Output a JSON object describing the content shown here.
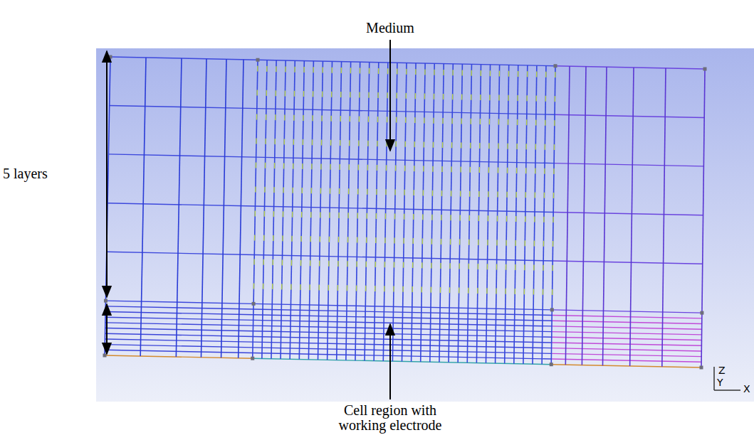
{
  "diagram": {
    "labels": [
      "Medium",
      "5 layers",
      "Cell region with working electrode",
      "Z",
      "Y",
      "X"
    ]
  }
}
